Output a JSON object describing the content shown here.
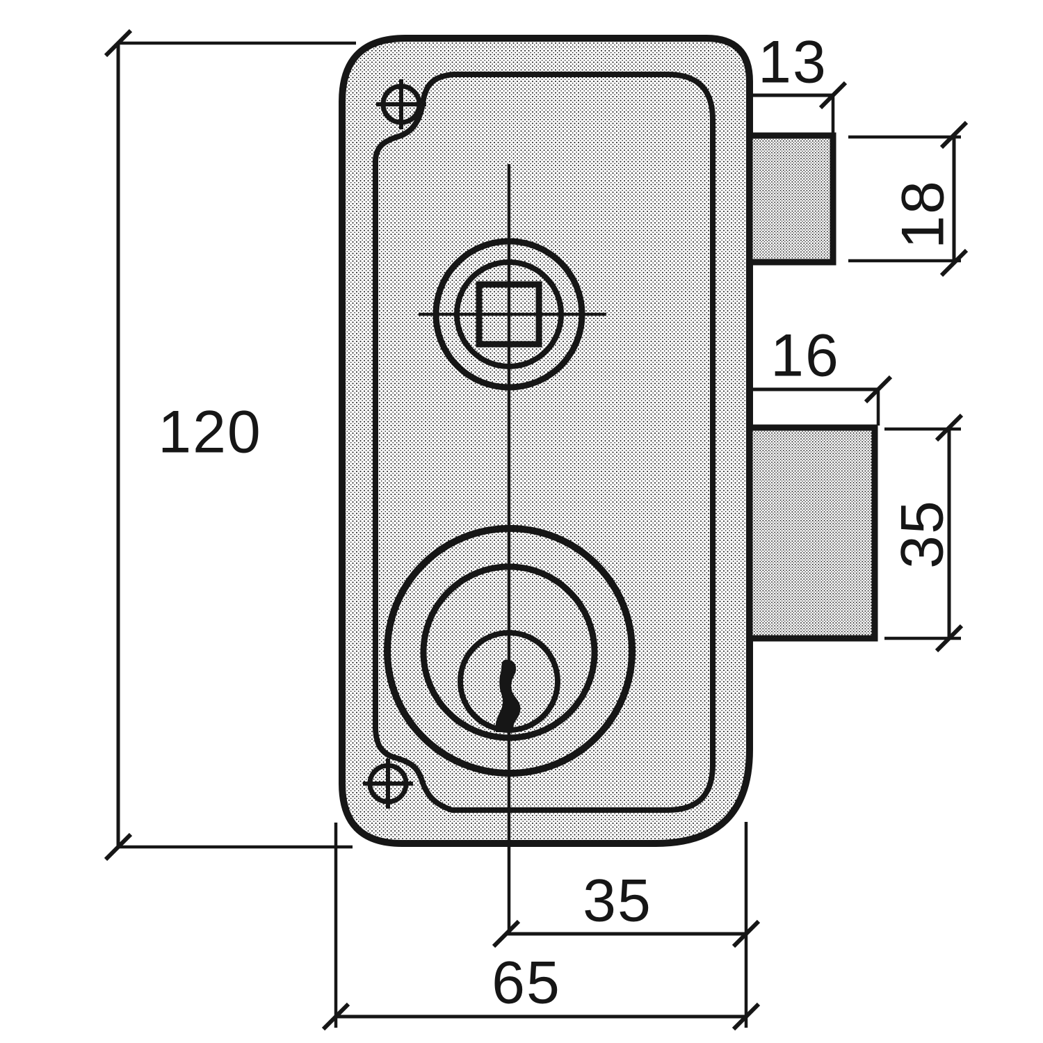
{
  "drawing": {
    "type": "technical-dimension-drawing",
    "subject": "rim door lock front view with latch and deadbolt",
    "paper_color": "#ffffff",
    "ink_color": "#161616",
    "dims": {
      "overall_height": "120",
      "latch_width": "13",
      "latch_height": "18",
      "bolt_width": "16",
      "bolt_height": "35",
      "center_to_edge": "35",
      "overall_width": "65"
    }
  }
}
